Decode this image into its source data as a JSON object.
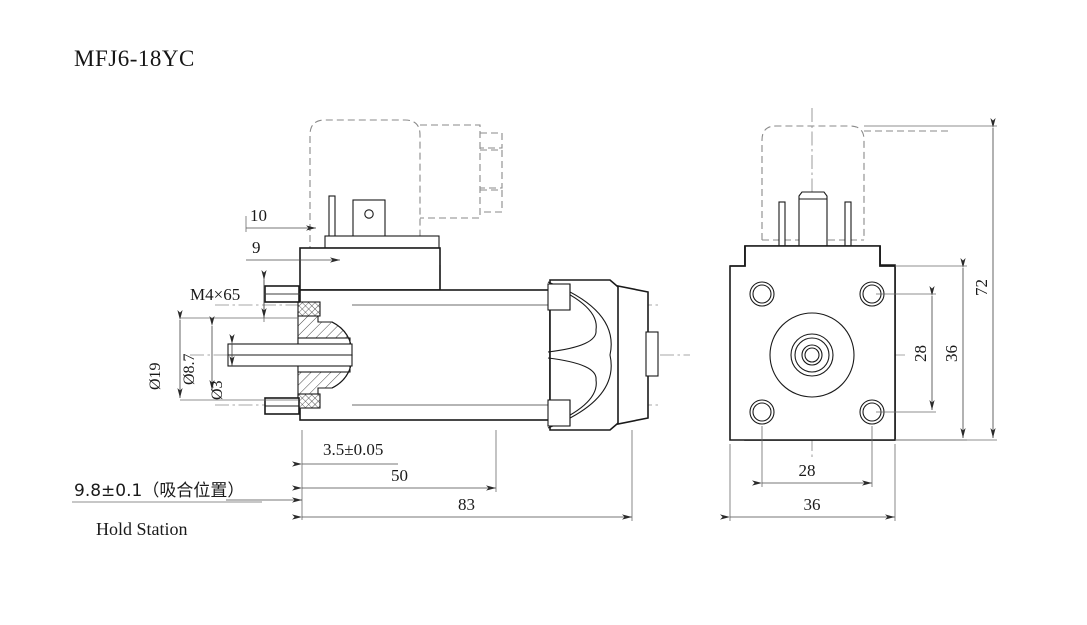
{
  "drawing": {
    "title": "MFJ6-18YC",
    "type": "engineering-dimension-drawing",
    "subject": "solenoid / proportional valve coil assembly",
    "views": [
      {
        "name": "side-section-view",
        "position": "left"
      },
      {
        "name": "front-end-view",
        "position": "right"
      }
    ]
  },
  "dimensions": {
    "left_view": {
      "top_offset_1": "10",
      "top_offset_2": "9",
      "thread_spec": "M4×65",
      "dia_outer": "Ø19",
      "dia_middle": "Ø8.7",
      "dia_inner": "Ø3",
      "stroke": "3.5±0.05",
      "length_mid": "50",
      "length_overall": "83"
    },
    "right_view": {
      "bolt_pitch_vertical": "28",
      "body_height": "36",
      "overall_height": "72",
      "bolt_pitch_horizontal": "28",
      "body_width": "36"
    }
  },
  "notes": {
    "hold_station_value": "9.8±0.1（吸合位置）",
    "hold_station_label": "Hold Station"
  },
  "colors": {
    "line": "#1a1a1a",
    "hidden": "#8a8a8a",
    "center": "#8a8a8a",
    "dimension": "#4a4a4a",
    "background": "#ffffff"
  }
}
